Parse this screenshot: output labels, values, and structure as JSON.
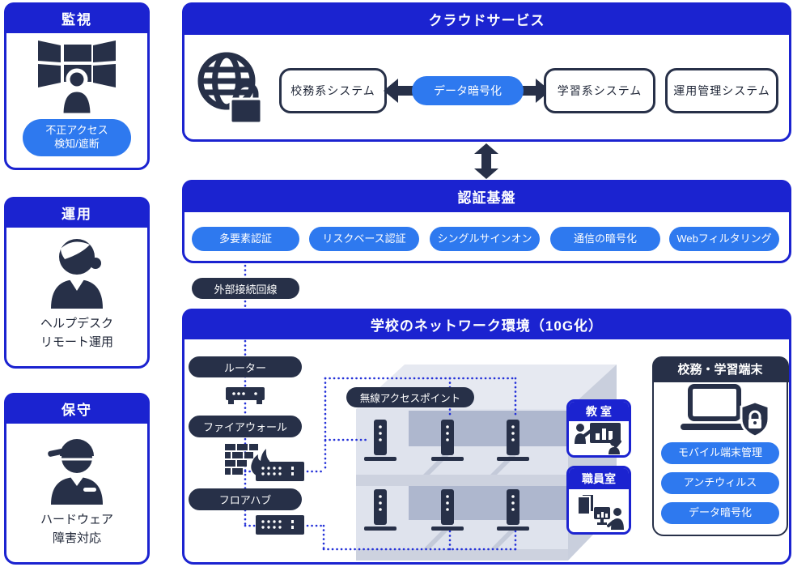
{
  "colors": {
    "deep_blue": "#1B23D0",
    "bright_blue": "#2E79EF",
    "navy": "#273048",
    "dotted_line_blue": "#2330D8",
    "building_gray": "#DFE3ED"
  },
  "left_panels": [
    {
      "title": "監視",
      "icon": "monitoring-screens-icon",
      "badge": "不正アクセス\n検知/遮断"
    },
    {
      "title": "運用",
      "icon": "helpdesk-person-icon",
      "caption": "ヘルプデスク\nリモート運用"
    },
    {
      "title": "保守",
      "icon": "maintenance-worker-icon",
      "caption": "ハードウェア\n障害対応"
    }
  ],
  "cloud": {
    "title": "クラウドサービス",
    "globe_icon": "globe-lock-icon",
    "system_left": "校務系システム",
    "encryption_pill": "データ暗号化",
    "system_right": "学習系システム",
    "system_far_right": "運用管理システム"
  },
  "auth": {
    "title": "認証基盤",
    "pills": [
      "多要素認証",
      "リスクベース認証",
      "シングルサインオン",
      "通信の暗号化",
      "Webフィルタリング"
    ]
  },
  "external_line_label": "外部接続回線",
  "network": {
    "title": "学校のネットワーク環境（10G化）",
    "router_label": "ルーター",
    "firewall_label": "ファイアウォール",
    "hub_label": "フロアハブ",
    "ap_label": "無線アクセスポイント",
    "classroom_label": "教 室",
    "staffroom_label": "職員室",
    "terminal_panel": {
      "title": "校務・学習端末",
      "icon": "laptop-shield-icon",
      "pills": [
        "モバイル端末管理",
        "アンチウィルス",
        "データ暗号化"
      ]
    }
  },
  "icons": {
    "monitoring-screens-icon": "wall of monitors with operator silhouette",
    "helpdesk-person-icon": "helpdesk operator silhouette",
    "maintenance-worker-icon": "worker with cap silhouette",
    "globe-lock-icon": "globe with padlock",
    "router-device-icon": "network router device",
    "firewall-icon": "brick wall with flame",
    "switch-device-icon": "network switch device",
    "access-point-icon": "wireless access point tower",
    "classroom-icon": "teacher presenting chart to student",
    "staffroom-icon": "documents and person at computer",
    "laptop-shield-icon": "laptop with security shield lock",
    "double-arrow-vertical-icon": "bidirectional vertical arrow",
    "arrow-left-icon": "left arrow",
    "arrow-right-icon": "right arrow"
  }
}
